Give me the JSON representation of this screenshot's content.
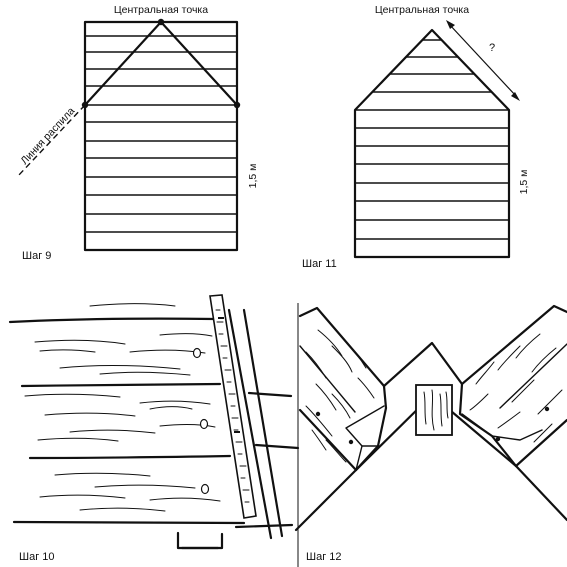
{
  "panels": [
    {
      "caption": "Шаг 9",
      "top_label": "Центральная точка",
      "side_label": "Линия распила",
      "dimension": "1,5 м"
    },
    {
      "caption": "Шаг 11",
      "top_label": "Центральная точка",
      "unknown_marker": "?",
      "dimension": "1,5 м"
    },
    {
      "caption": "Шаг 10"
    },
    {
      "caption": "Шаг 12"
    }
  ]
}
